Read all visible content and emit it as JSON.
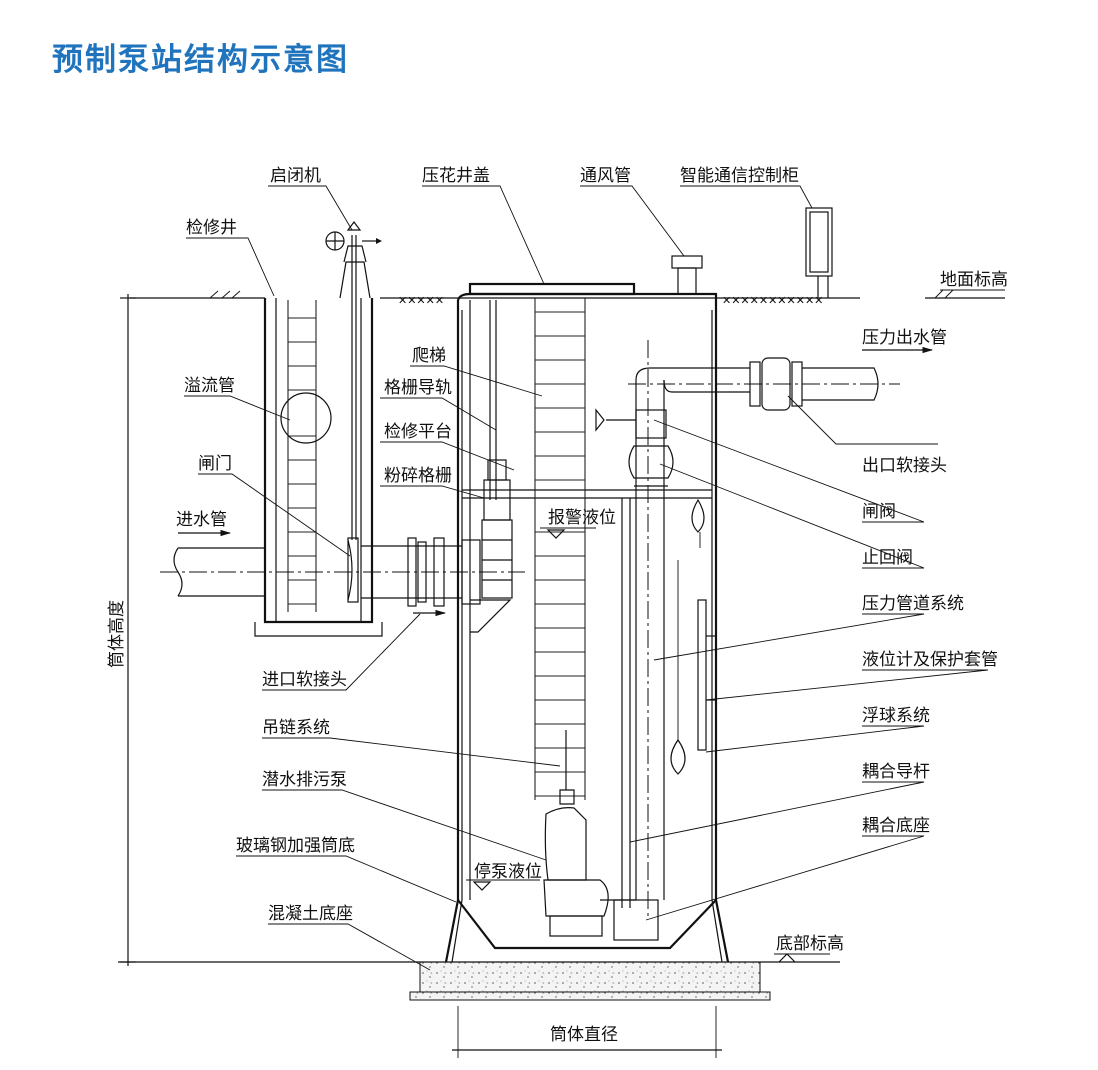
{
  "title": "预制泵站结构示意图",
  "colors": {
    "title": "#1f74bd",
    "lines": "#111111",
    "concrete": "#f2f2f2"
  },
  "labels": {
    "hoist": "启闭机",
    "service_well": "检修井",
    "manhole_cover": "压花井盖",
    "vent_pipe": "通风管",
    "control_cabinet": "智能通信控制柜",
    "ground_level": "地面标高",
    "outlet_pipe": "压力出水管",
    "overflow_pipe": "溢流管",
    "ladder": "爬梯",
    "grille_rail": "格栅导轨",
    "service_platform": "检修平台",
    "crushing_grille": "粉碎格栅",
    "alarm_level": "报警液位",
    "gate": "闸门",
    "inlet_pipe": "进水管",
    "outlet_flex_joint": "出口软接头",
    "gate_valve": "闸阀",
    "check_valve": "止回阀",
    "pressure_pipe_system": "压力管道系统",
    "level_gauge": "液位计及保护套管",
    "float_system": "浮球系统",
    "coupling_rod": "耦合导杆",
    "coupling_base": "耦合底座",
    "inlet_flex_joint": "进口软接头",
    "chain_system": "吊链系统",
    "sewage_pump": "潜水排污泵",
    "frp_bottom": "玻璃钢加强筒底",
    "stop_level": "停泵液位",
    "concrete_base": "混凝土底座",
    "bottom_level": "底部标高",
    "tank_height": "筒体高度",
    "tank_diameter": "筒体直径"
  }
}
